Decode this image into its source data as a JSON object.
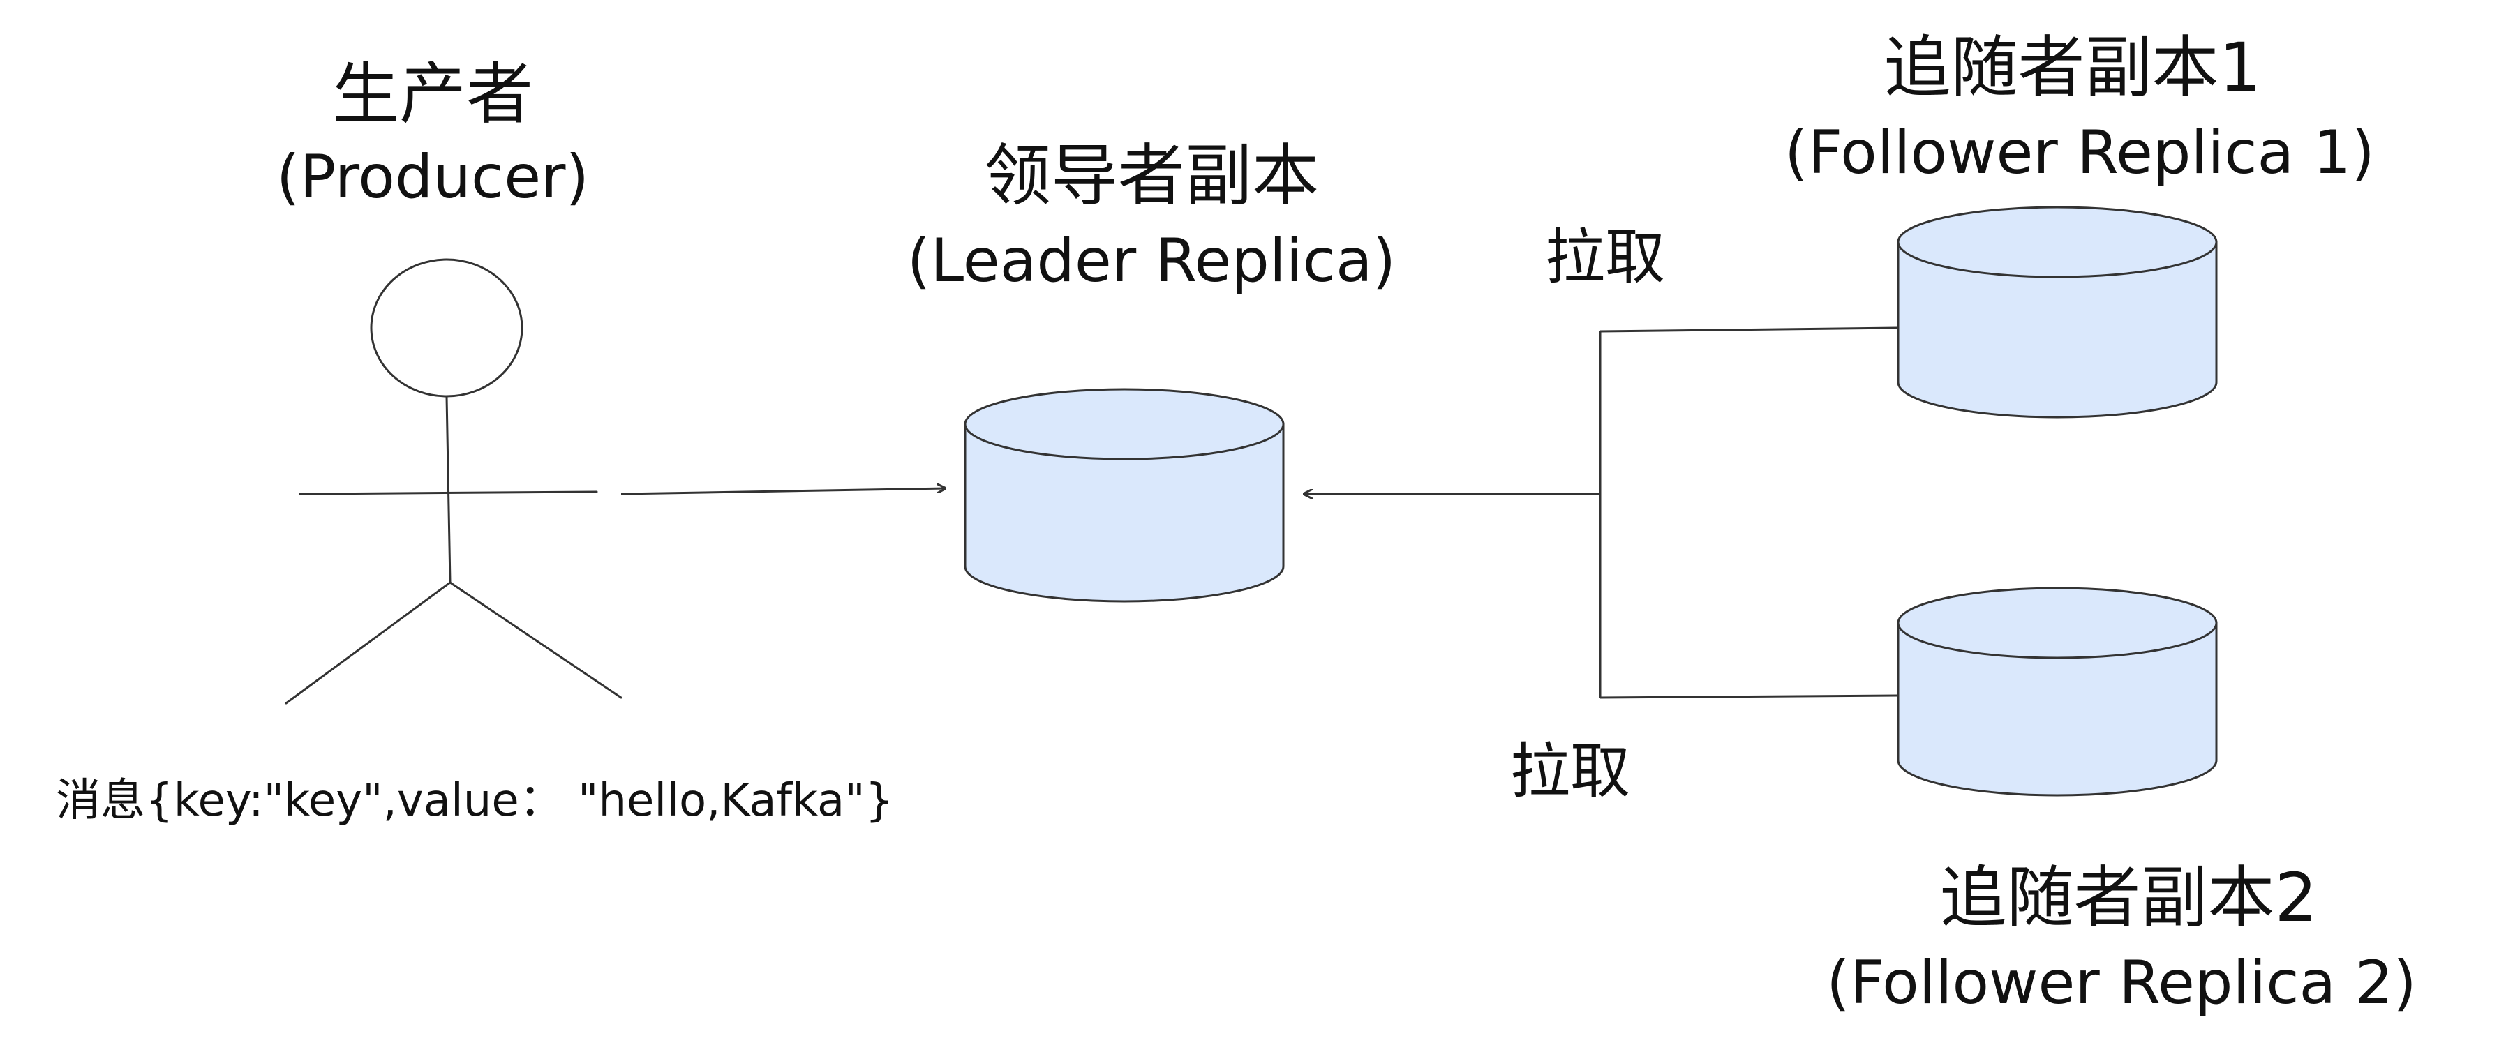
{
  "colors": {
    "cylinder_fill": "#dae8fc",
    "stroke": "#333333",
    "text": "#111111"
  },
  "producer": {
    "title_zh": "生产者",
    "title_en": "(Producer)"
  },
  "leader": {
    "title_zh": "领导者副本",
    "title_en": "(Leader Replica)"
  },
  "follower1": {
    "title_zh": "追随者副本1",
    "title_en": "(Follower Replica 1)"
  },
  "follower2": {
    "title_zh": "追随者副本2",
    "title_en": "(Follower Replica 2)"
  },
  "pull_top": "拉取",
  "pull_bottom": "拉取",
  "message": "消息{key:\"key\",value： \"hello,Kafka\"}"
}
